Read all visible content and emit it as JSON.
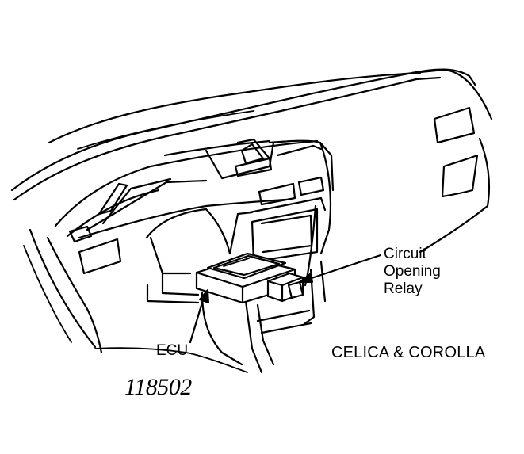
{
  "labels": {
    "relay_line1": "Circuit",
    "relay_line2": "Opening",
    "relay_line3": "Relay",
    "ecu": "ECU",
    "model": "CELICA & COROLLA",
    "figure_number": "118502"
  },
  "colors": {
    "ink": "#000000",
    "paper": "#ffffff"
  }
}
